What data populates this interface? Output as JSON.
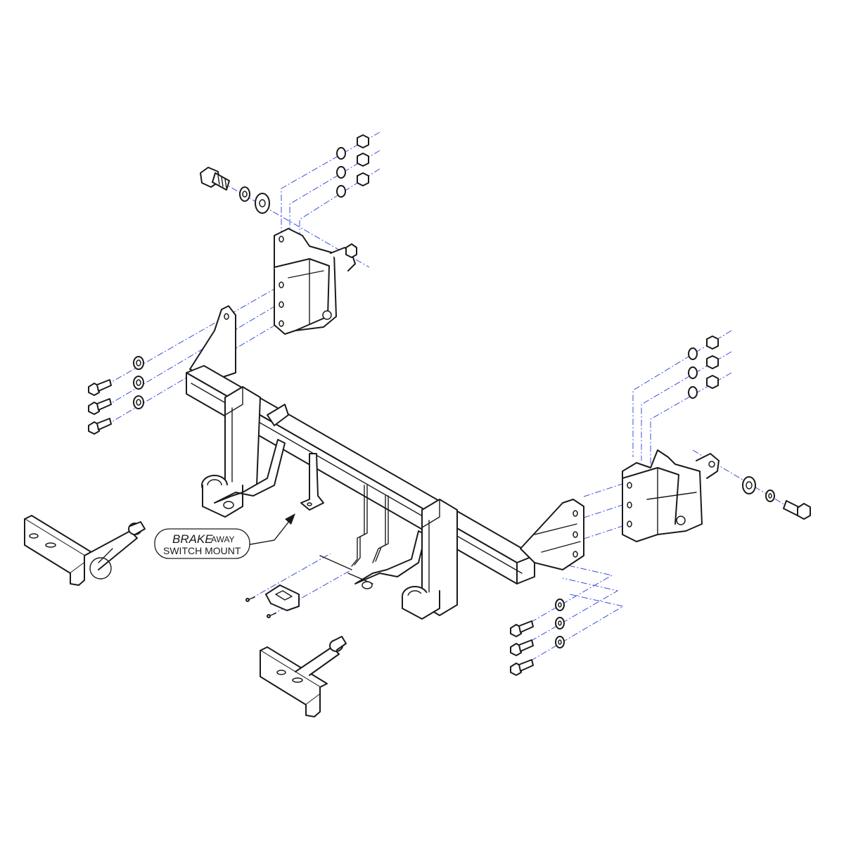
{
  "callout": {
    "word_1": "BRAKE",
    "word_2": "AWAY",
    "line_2": "SWITCH MOUNT"
  },
  "colors": {
    "line_art": "#1a1a1a",
    "guide_lines": "#3b4fd8",
    "background": "#ffffff"
  }
}
